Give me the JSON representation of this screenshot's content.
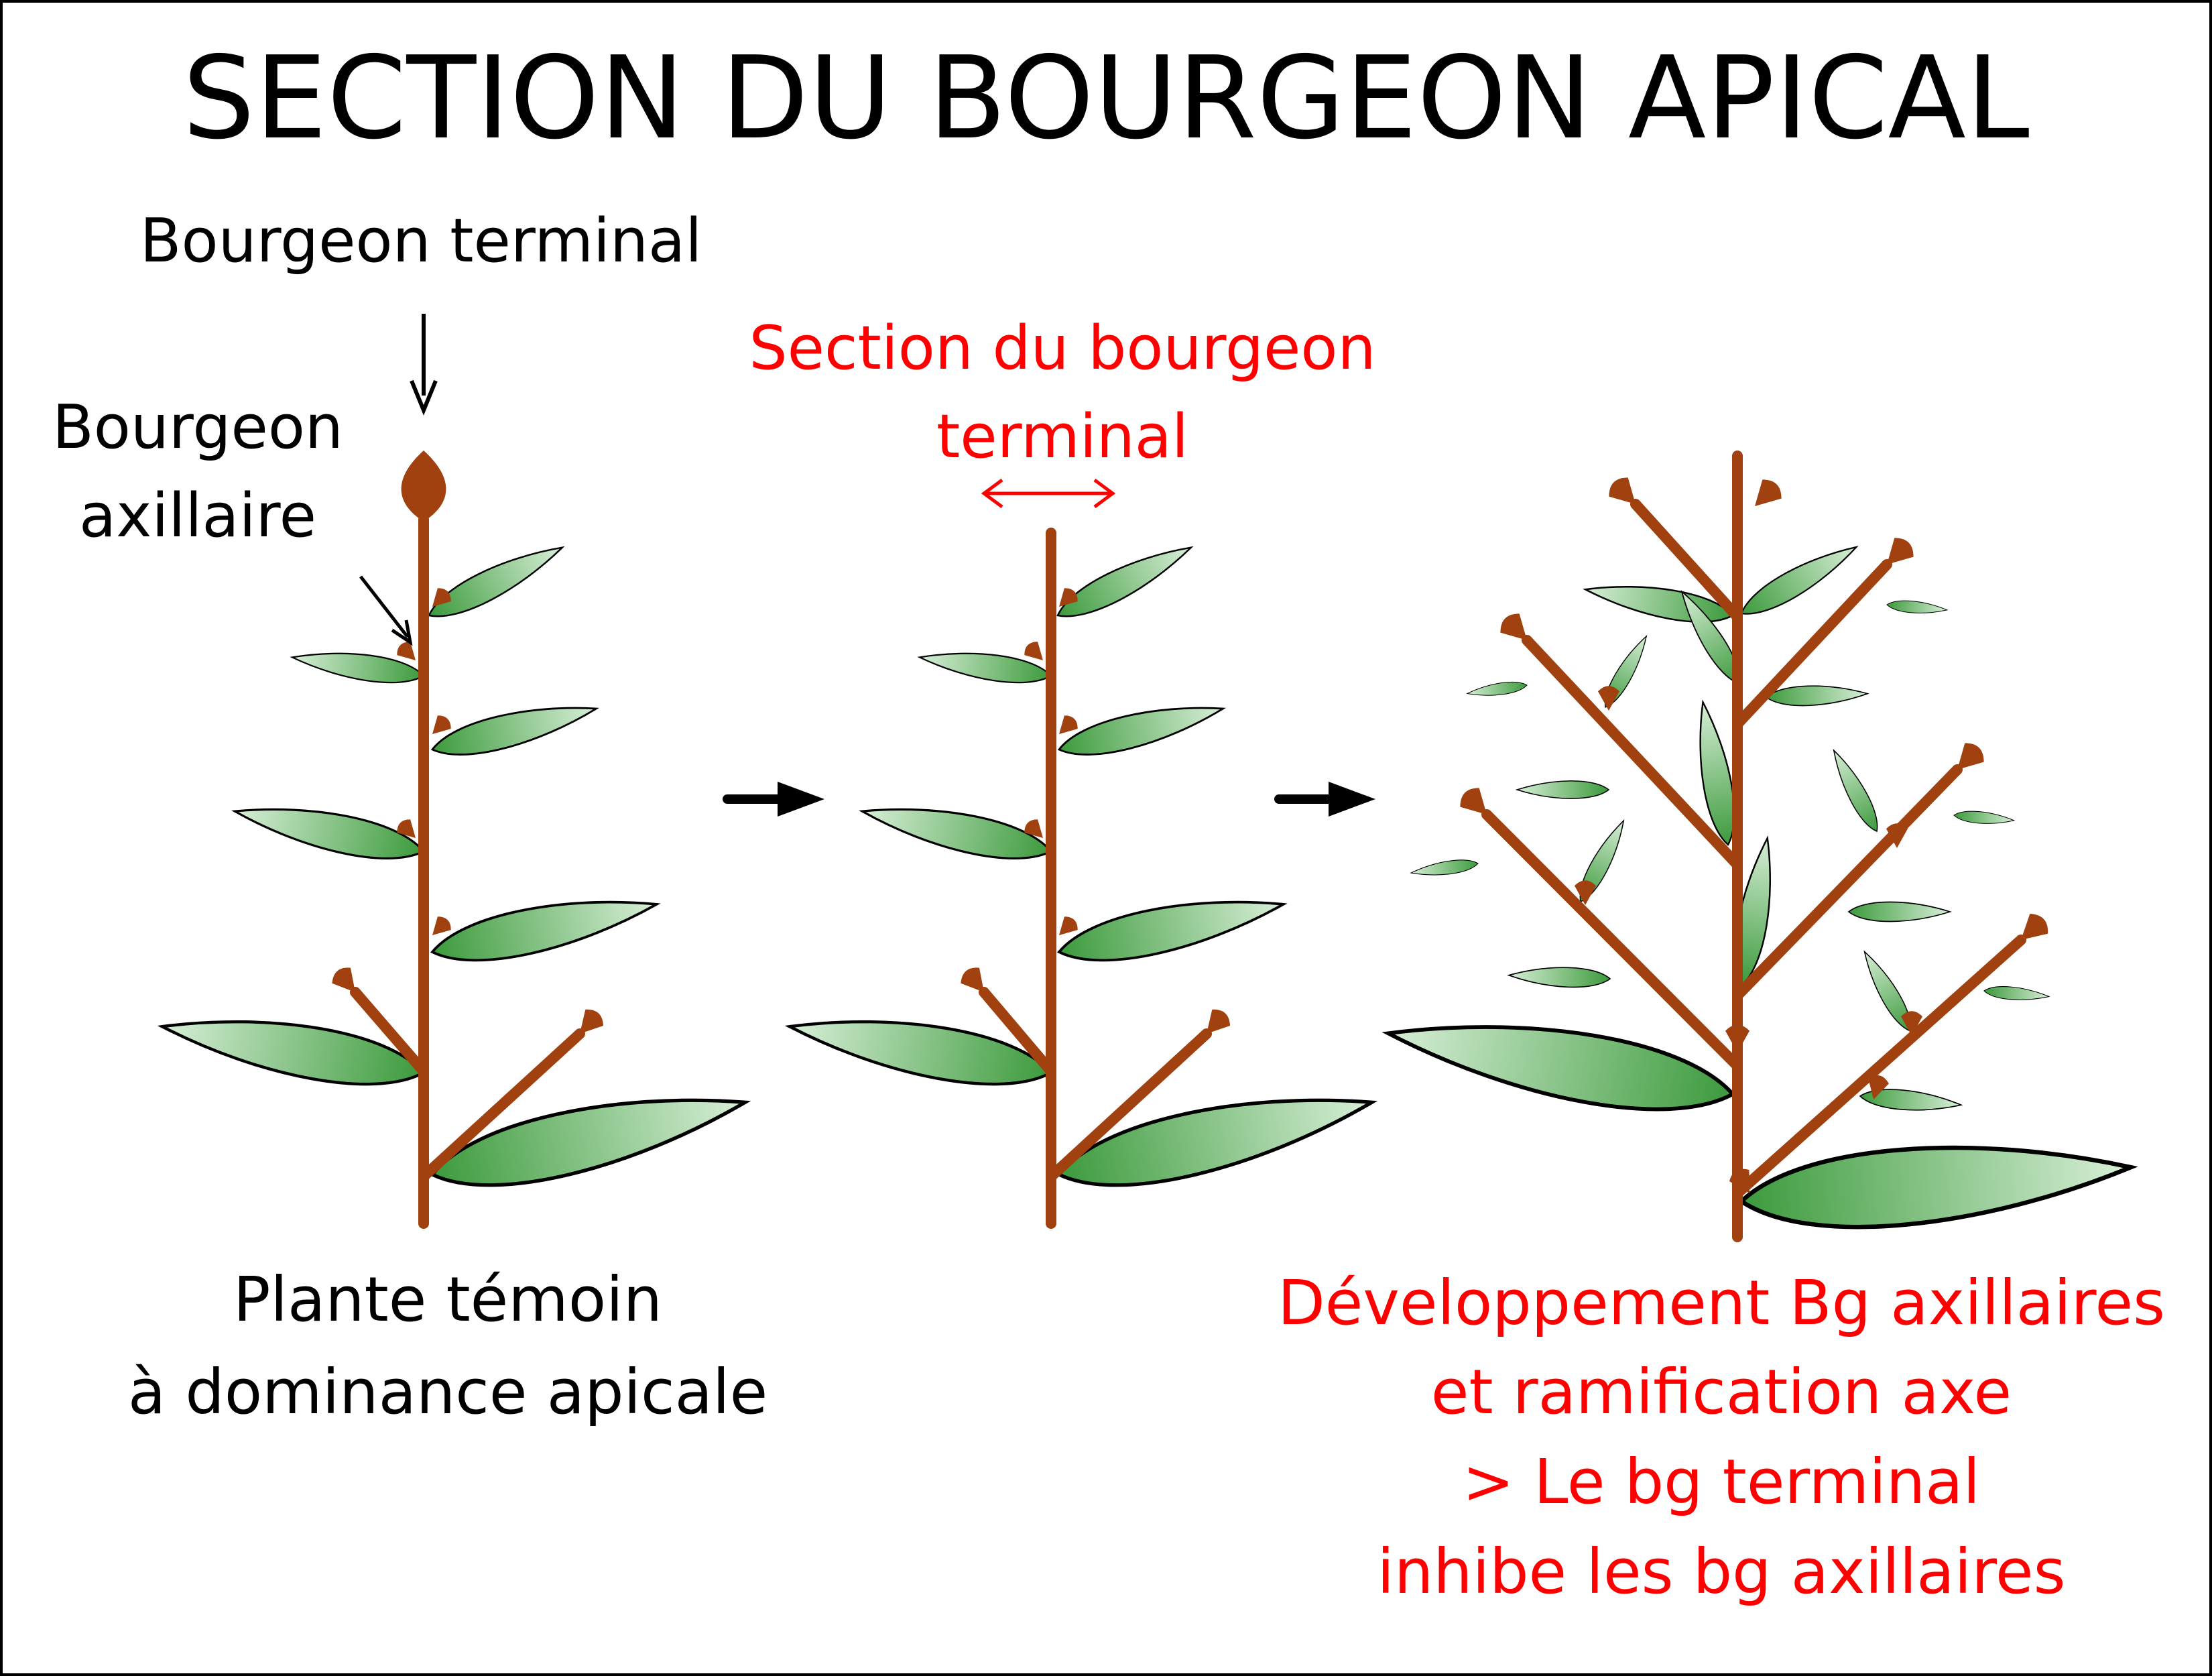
{
  "title": "SECTION DU BOURGEON APICAL",
  "labels": {
    "terminal_bud": "Bourgeon terminal",
    "axillary_bud_line1": "Bourgeon",
    "axillary_bud_line2": "axillaire",
    "cut_line1": "Section du bourgeon",
    "cut_line2": "terminal",
    "control_line1": "Plante témoin",
    "control_line2": "à dominance apicale",
    "result_line1": "Développement Bg axillaires",
    "result_line2": "et ramification axe",
    "result_line3": "> Le bg terminal",
    "result_line4": "inhibe les bg axillaires"
  },
  "colors": {
    "stem": "#a0410f",
    "leaf_dark": "#3c9a3c",
    "leaf_light": "#d8efd8",
    "highlight": "#ff0000",
    "text": "#000000"
  },
  "icons": {
    "step_arrow": "right-arrow-icon",
    "pointer": "down-arrow-icon",
    "cut": "double-headed-arrow-icon"
  }
}
